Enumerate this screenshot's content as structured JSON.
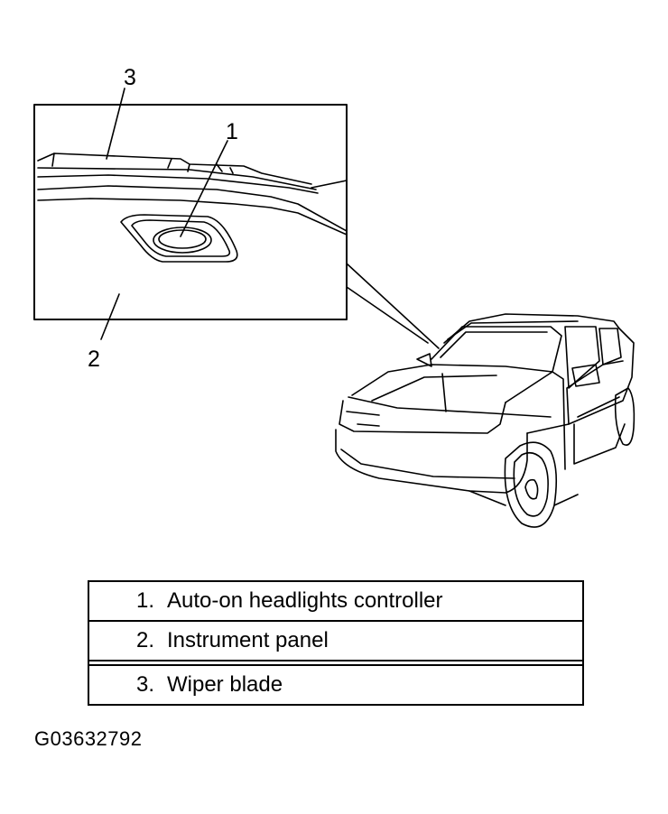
{
  "callouts": {
    "one": "1",
    "two": "2",
    "three": "3"
  },
  "legend": [
    {
      "num": "1.",
      "label": "Auto-on headlights controller"
    },
    {
      "num": "2.",
      "label": "Instrument panel"
    },
    {
      "num": "3.",
      "label": "Wiper blade"
    }
  ],
  "figure_id": "G03632792"
}
